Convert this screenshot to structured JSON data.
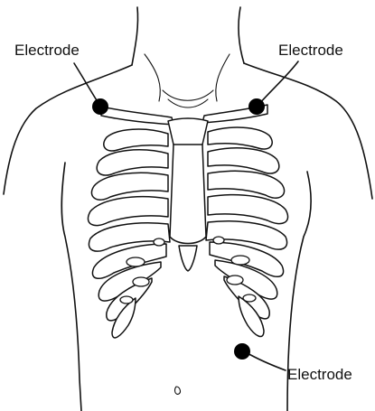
{
  "labels": {
    "left_shoulder": "Electrode",
    "right_shoulder": "Electrode",
    "lower_left": "Electrode"
  },
  "colors": {
    "ink": "#111111",
    "background": "#ffffff",
    "electrode": "#000000"
  }
}
